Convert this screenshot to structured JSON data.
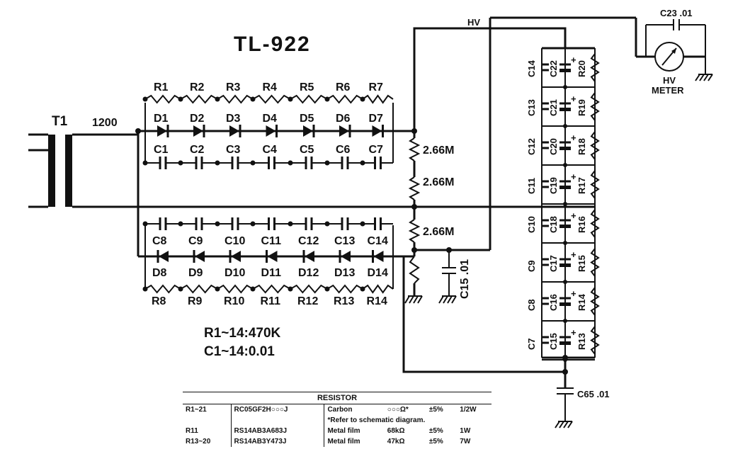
{
  "title": "TL-922",
  "transformer": {
    "label": "T1",
    "voltage": "1200"
  },
  "upper_resistors": [
    "R1",
    "R2",
    "R3",
    "R4",
    "R5",
    "R6",
    "R7"
  ],
  "upper_diodes": [
    "D1",
    "D2",
    "D3",
    "D4",
    "D5",
    "D6",
    "D7"
  ],
  "upper_caps": [
    "C1",
    "C2",
    "C3",
    "C4",
    "C5",
    "C6",
    "C7"
  ],
  "lower_caps": [
    "C8",
    "C9",
    "C10",
    "C11",
    "C12",
    "C13",
    "C14"
  ],
  "lower_diodes": [
    "D8",
    "D9",
    "D10",
    "D11",
    "D12",
    "D13",
    "D14"
  ],
  "lower_resistors": [
    "R8",
    "R9",
    "R10",
    "R11",
    "R12",
    "R13",
    "R14"
  ],
  "divider": [
    "2.66M",
    "2.66M",
    "2.66M"
  ],
  "c15_label": "C15 .01",
  "notes": [
    "R1~14:470K",
    "C1~14:0.01"
  ],
  "hv_label": "HV",
  "meter": {
    "label_line1": "HV",
    "label_line2": "METER",
    "cap": "C23 .01"
  },
  "stack_left_caps": [
    "C14",
    "C13",
    "C12",
    "C11",
    "C10",
    "C9",
    "C8",
    "C7"
  ],
  "stack_mid_caps": [
    "C22",
    "C21",
    "C20",
    "C19",
    "C18",
    "C17",
    "C16",
    "C15"
  ],
  "stack_resistors": [
    "R20",
    "R19",
    "R18",
    "R17",
    "R16",
    "R15",
    "R14",
    "R13"
  ],
  "c65_label": "C65 .01",
  "resistor_table": {
    "header": "RESISTOR",
    "rows": [
      {
        "ref": "R1~21",
        "part": "RC05GF2H○○○J",
        "type": "Carbon",
        "value": "○○○Ω*",
        "tol": "±5%",
        "watt": "1/2W"
      },
      {
        "ref": "",
        "part": "",
        "type": "*Refer to schematic diagram.",
        "value": "",
        "tol": "",
        "watt": ""
      },
      {
        "ref": "R11",
        "part": "RS14AB3A683J",
        "type": "Metal film",
        "value": "68kΩ",
        "tol": "±5%",
        "watt": "1W"
      },
      {
        "ref": "R13~20",
        "part": "RS14AB3Y473J",
        "type": "Metal film",
        "value": "47kΩ",
        "tol": "±5%",
        "watt": "7W"
      }
    ]
  }
}
